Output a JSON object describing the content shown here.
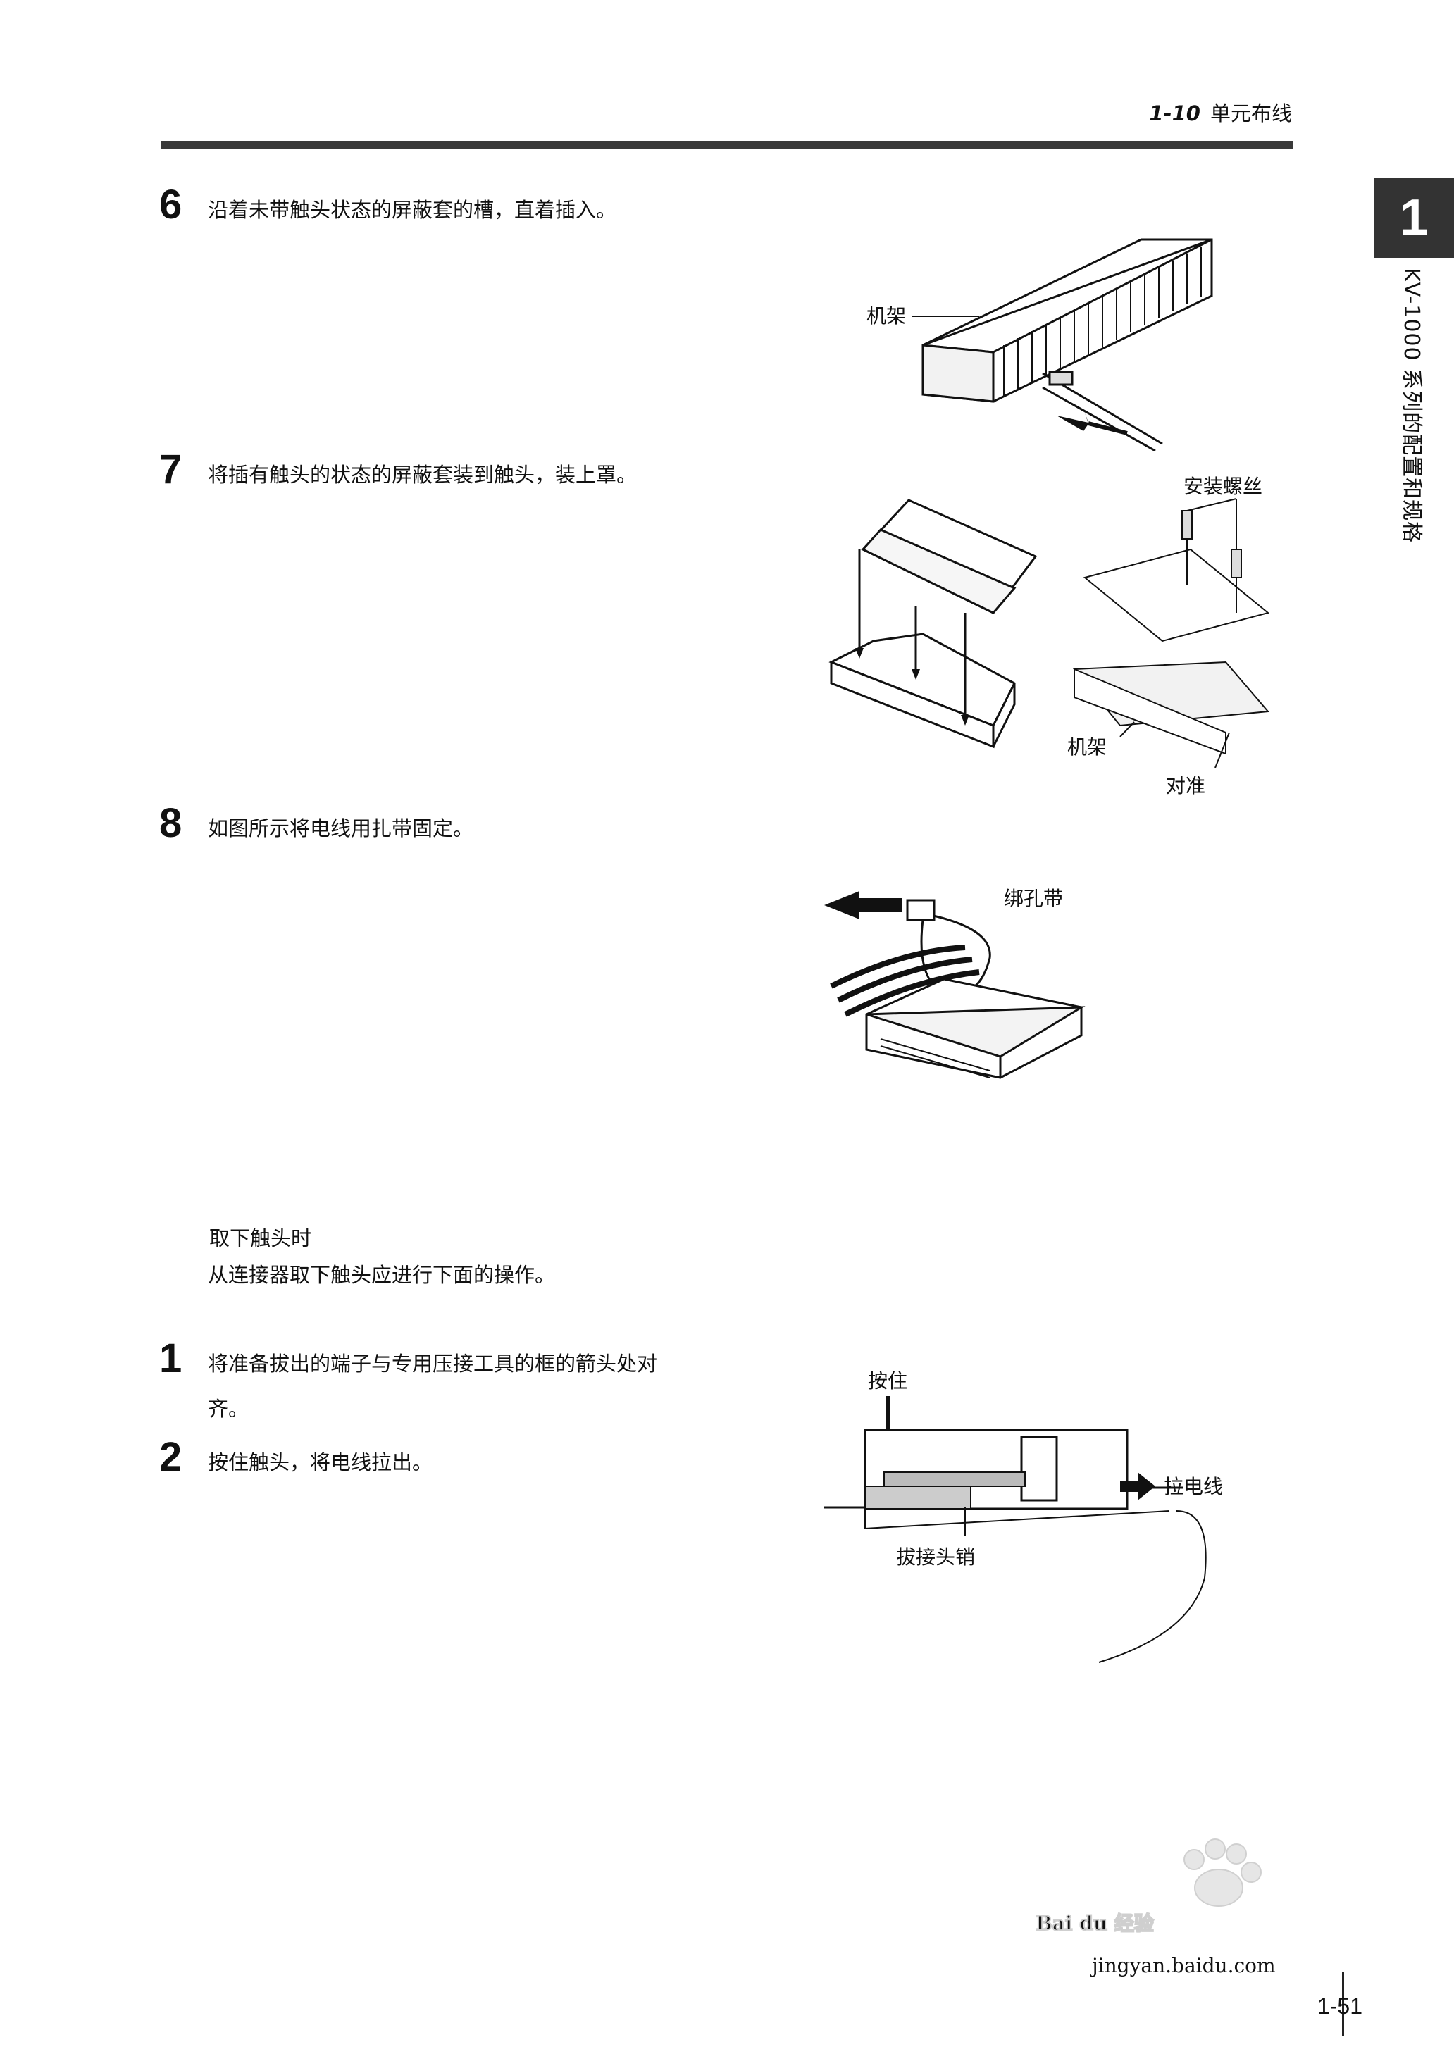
{
  "header": {
    "section_number": "1-10",
    "section_title": "单元布线"
  },
  "side_tab": {
    "chapter": "1",
    "vertical_title": "KV-1000 系列的配置和规格"
  },
  "steps_top": [
    {
      "number": "6",
      "text": "沿着未带触头状态的屏蔽套的槽，直着插入。"
    },
    {
      "number": "7",
      "text": "将插有触头的状态的屏蔽套装到触头，装上罩。"
    },
    {
      "number": "8",
      "text": "如图所示将电线用扎带固定。"
    }
  ],
  "figures": {
    "fig6": {
      "label_frame": "机架"
    },
    "fig7": {
      "label_screws": "安装螺丝",
      "label_frame": "机架",
      "label_align": "对准"
    },
    "fig8": {
      "label_tie": "绑孔带"
    },
    "fig_remove": {
      "label_press": "按住",
      "label_pull": "拉电线",
      "label_pin": "拔接头销"
    }
  },
  "removal": {
    "subtitle": "取下触头时",
    "intro": "从连接器取下触头应进行下面的操作。",
    "steps": [
      {
        "number": "1",
        "text_line1": "将准备拔出的端子与专用压接工具的框的箭头处对",
        "text_line2": "齐。"
      },
      {
        "number": "2",
        "text": "按住触头，将电线拉出。"
      }
    ]
  },
  "page_number": "1-51",
  "watermark": {
    "brand": "Bai du 经验",
    "url": "jingyan.baidu.com"
  }
}
